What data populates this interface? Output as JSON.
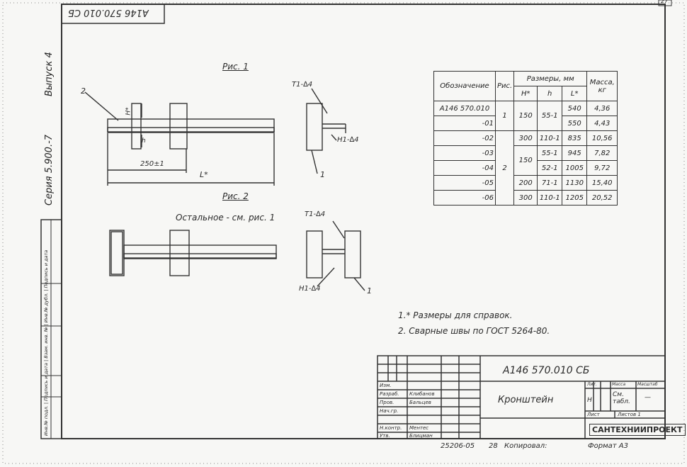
{
  "drawing": {
    "top_stamp": "А146 570.010 СБ",
    "sheet_corner": "27",
    "series": "Серия 5.900.-7",
    "issue": "Выпуск 4",
    "side_fields": "Инв.№ подл. | Подпись и дата | Взам. инв. № | Инв.№ дубл. | Подпись и дата",
    "fig1": "Рис. 1",
    "fig2": "Рис. 2",
    "fig2_note": "Остальное - см. рис. 1",
    "labels": {
      "pos2": "2",
      "H": "Н*",
      "h": "h",
      "dim250": "250±1",
      "L": "L*",
      "weld_t1_a": "Т1-∆4",
      "weld_h1_a": "Н1-∆4",
      "pos1_a": "1",
      "weld_t1_b": "Т1-∆4",
      "weld_h1_b": "Н1-∆4",
      "pos1_b": "1"
    },
    "notes": [
      "1.* Размеры для справок.",
      "2. Сварные швы по ГОСТ 5264-80."
    ]
  },
  "spec_table": {
    "headers": {
      "designation": "Обозначение",
      "fig": "Рис.",
      "sizes": "Размеры, мм",
      "mass": "Масса, кг",
      "H": "Н*",
      "h": "h",
      "L": "L*"
    },
    "rows": [
      {
        "designation": "А146 570.010",
        "fig": "1",
        "H": "150",
        "h": "55-1",
        "L": "540",
        "mass": "4,36"
      },
      {
        "designation": "-01",
        "fig": "",
        "H": "",
        "h": "",
        "L": "550",
        "mass": "4,43"
      },
      {
        "designation": "-02",
        "fig": "",
        "H": "300",
        "h": "110-1",
        "L": "835",
        "mass": "10,56"
      },
      {
        "designation": "-03",
        "fig": "2",
        "H": "150",
        "h": "55-1",
        "L": "945",
        "mass": "7,82"
      },
      {
        "designation": "-04",
        "fig": "",
        "H": "",
        "h": "52-1",
        "L": "1005",
        "mass": "9,72"
      },
      {
        "designation": "-05",
        "fig": "",
        "H": "200",
        "h": "71-1",
        "L": "1130",
        "mass": "15,40"
      },
      {
        "designation": "-06",
        "fig": "",
        "H": "300",
        "h": "110-1",
        "L": "1205",
        "mass": "20,52"
      }
    ]
  },
  "title_block": {
    "code": "А146 570.010 СБ",
    "name": "Кронштейн",
    "lit": "Лит.",
    "mass": "Масса",
    "scale": "Масштаб",
    "mass_value": "См. табл.",
    "scale_value": "—",
    "sheet": "Лист",
    "sheets": "Листов 1",
    "lit_value": "Н",
    "org": "САНТЕХНИИПРОЕКТ",
    "roles": [
      "Изм.",
      "Разраб.",
      "Пров.",
      "Нач.гр.",
      "Н.контр.",
      "Утв."
    ],
    "names": [
      "",
      "Клибанов",
      "Бальцев",
      "",
      "Ментес",
      "Блицман"
    ],
    "bottom_left": "25206-05",
    "bottom_page": "28",
    "copied": "Копировал:",
    "format": "Формат А3"
  }
}
